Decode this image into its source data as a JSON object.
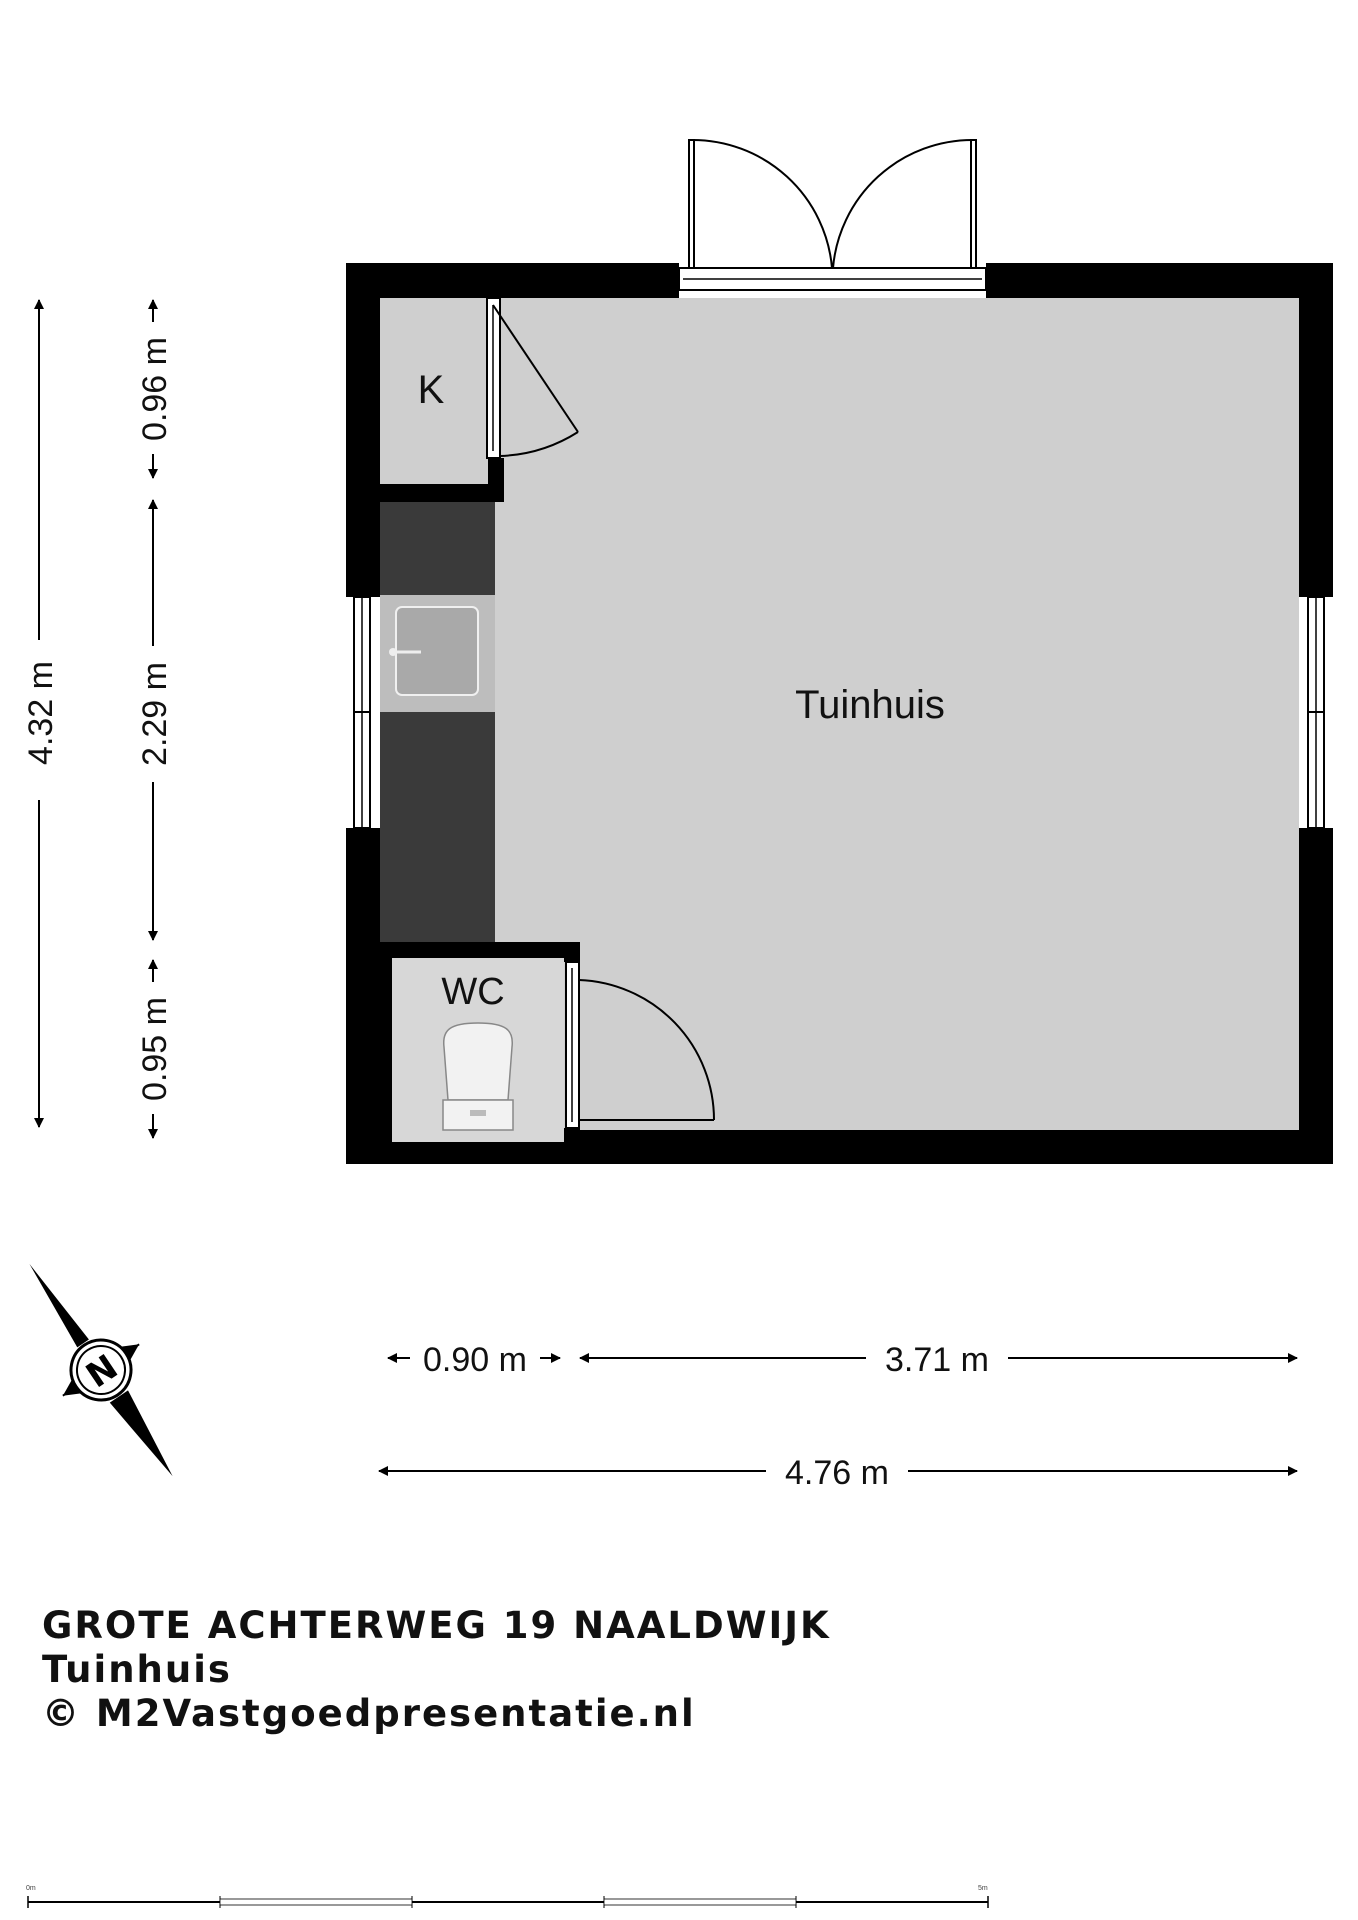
{
  "rooms": {
    "main": "Tuinhuis",
    "storage": "K",
    "toilet": "WC"
  },
  "dimensions": {
    "total_height": "4.32 m",
    "storage_height": "0.96 m",
    "kitchen_height": "2.29 m",
    "toilet_height": "0.95 m",
    "side_width": "0.90 m",
    "main_width": "3.71 m",
    "total_width": "4.76 m"
  },
  "compass": {
    "letter": "N"
  },
  "caption": {
    "address": "GROTE ACHTERWEG 19 NAALDWIJK",
    "subtitle": "Tuinhuis",
    "copyright": "© M2Vastgoedpresentatie.nl"
  },
  "scale_bar": {
    "start_label": "0m",
    "end_label": "5m"
  },
  "colors": {
    "wall": "#000000",
    "floor": "#cfcfcf",
    "counter": "#3a3a3a",
    "sink": "#b5b5b5"
  }
}
